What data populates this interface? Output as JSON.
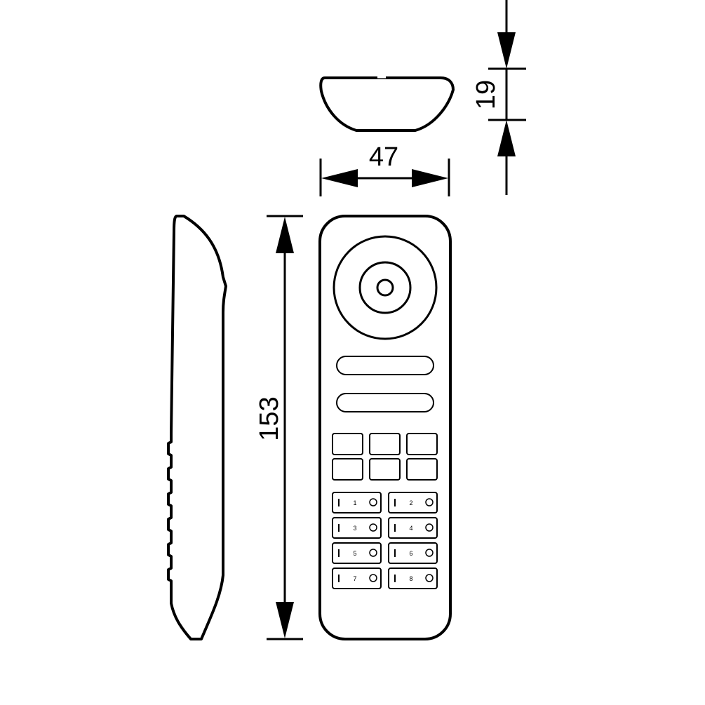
{
  "dimensions": {
    "width_label": "47",
    "height_label": "153",
    "thickness_label": "19"
  },
  "zone_buttons": [
    {
      "number": "1"
    },
    {
      "number": "2"
    },
    {
      "number": "3"
    },
    {
      "number": "4"
    },
    {
      "number": "5"
    },
    {
      "number": "6"
    },
    {
      "number": "7"
    },
    {
      "number": "8"
    }
  ],
  "colors": {
    "line": "#000000",
    "background": "#ffffff"
  }
}
